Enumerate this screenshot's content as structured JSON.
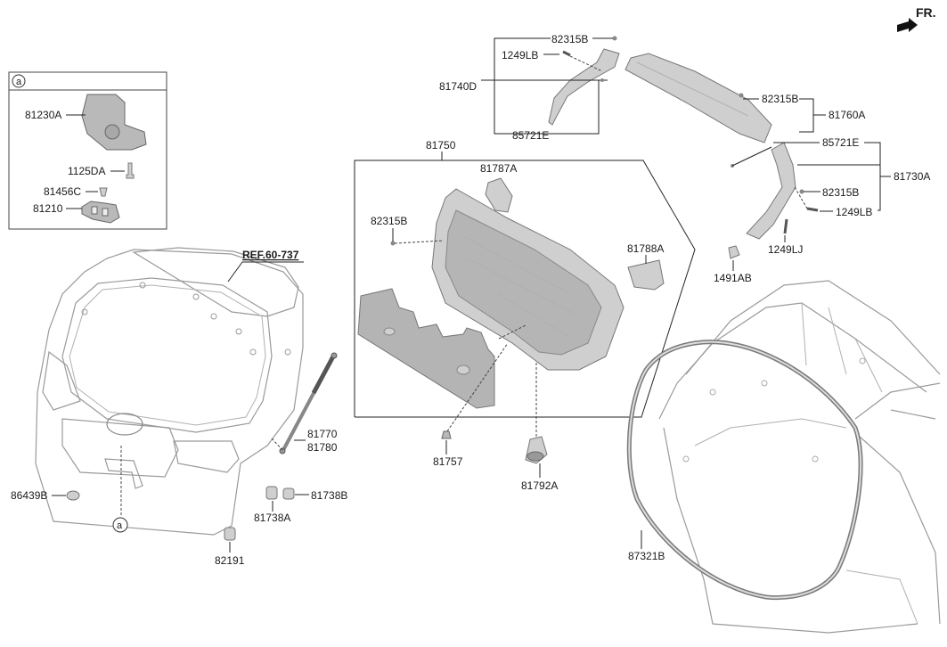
{
  "fr_label": "FR.",
  "ref_label": "REF.60-737",
  "callout_a": "a",
  "inset": {
    "marker": "a",
    "labels": [
      "81230A",
      "1125DA",
      "81456C",
      "81210"
    ]
  },
  "labels": {
    "l81750": "81750",
    "l81787A": "81787A",
    "l82315B_panel": "82315B",
    "l81788A": "81788A",
    "l81757": "81757",
    "l81792A": "81792A",
    "l82315B_top": "82315B",
    "l1249LB_left": "1249LB",
    "l81740D": "81740D",
    "l85721E_left": "85721E",
    "l82315B_mid": "82315B",
    "l81760A": "81760A",
    "l85721E_right": "85721E",
    "l81730A": "81730A",
    "l82315B_right": "82315B",
    "l1249LB_right": "1249LB",
    "l1249LJ": "1249LJ",
    "l1491AB": "1491AB",
    "l81770": "81770",
    "l81780": "81780",
    "l86439B": "86439B",
    "l81738A": "81738A",
    "l81738B": "81738B",
    "l82191": "82191",
    "l87321B": "87321B"
  }
}
